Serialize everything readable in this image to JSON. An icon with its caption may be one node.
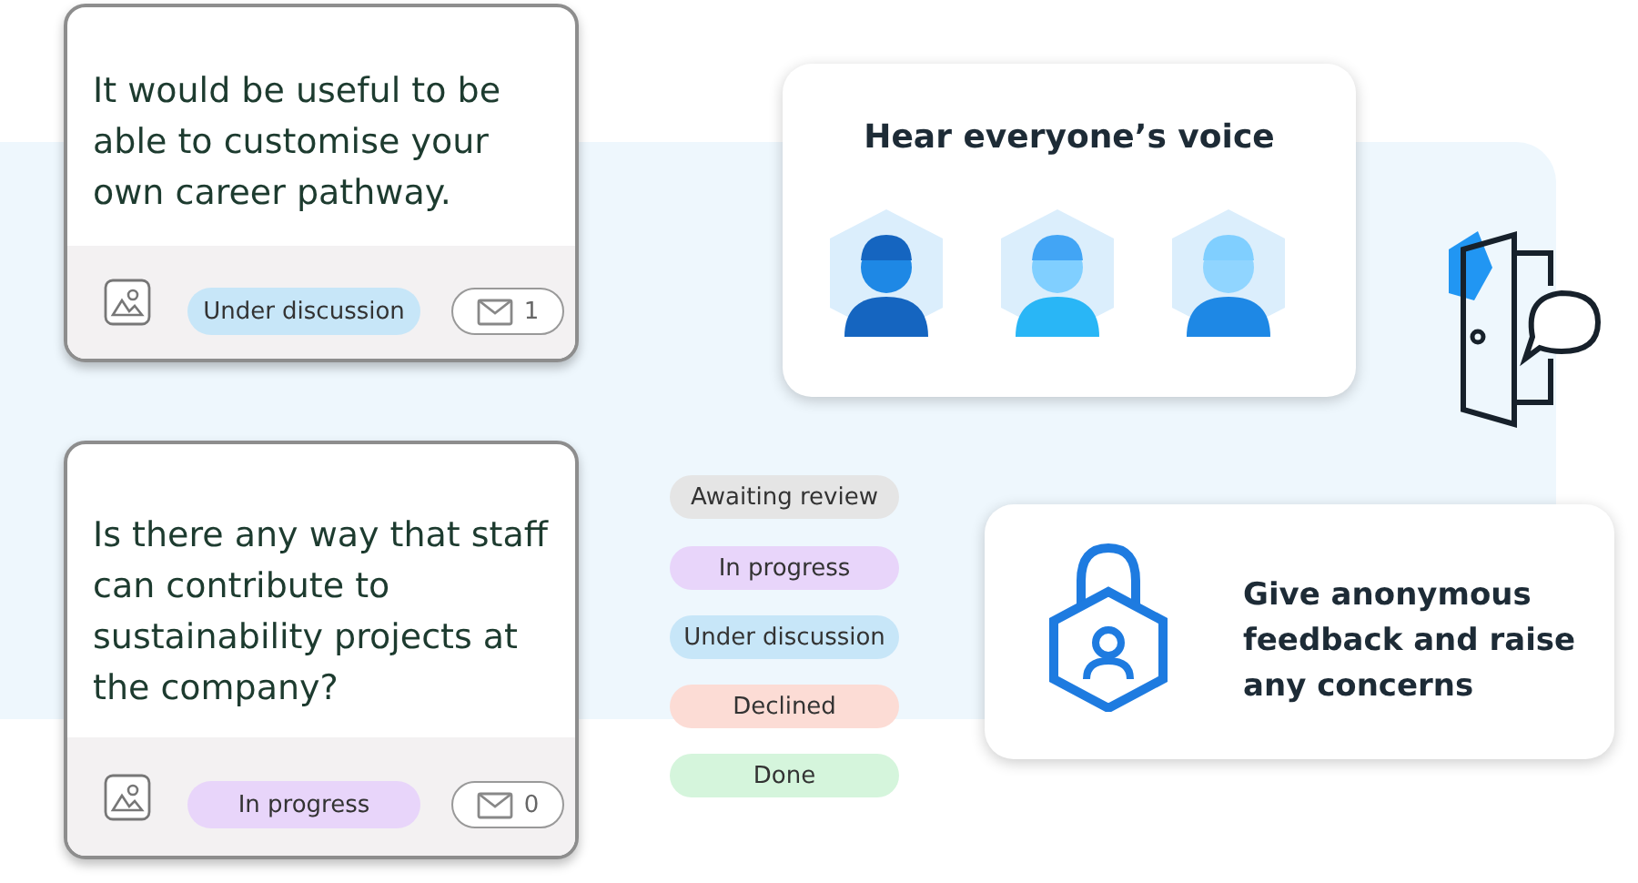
{
  "diagram": {
    "nodes": [
      {
        "text": [
          "It would be useful to be able to customise your own career pathway."
        ]
      },
      {
        "text": [
          "Under discussion"
        ],
        "in": 0
      },
      {
        "text": [
          "1"
        ],
        "in": 0
      },
      {
        "text": [
          "Is there any way that staff can contribute to sustainability projects at the company?"
        ]
      },
      {
        "text": [
          "In progress"
        ],
        "in": 3
      },
      {
        "text": [
          "0"
        ],
        "in": 3
      },
      {
        "text": [
          "Hear everyone’s voice"
        ]
      },
      {
        "text": [
          "Awaiting review"
        ]
      },
      {
        "text": [
          "In progress"
        ]
      },
      {
        "text": [
          "Under discussion"
        ]
      },
      {
        "text": [
          "Declined"
        ]
      },
      {
        "text": [
          "Done"
        ]
      },
      {
        "text": [
          "Give anonymous feedback and raise any concerns"
        ]
      }
    ]
  }
}
